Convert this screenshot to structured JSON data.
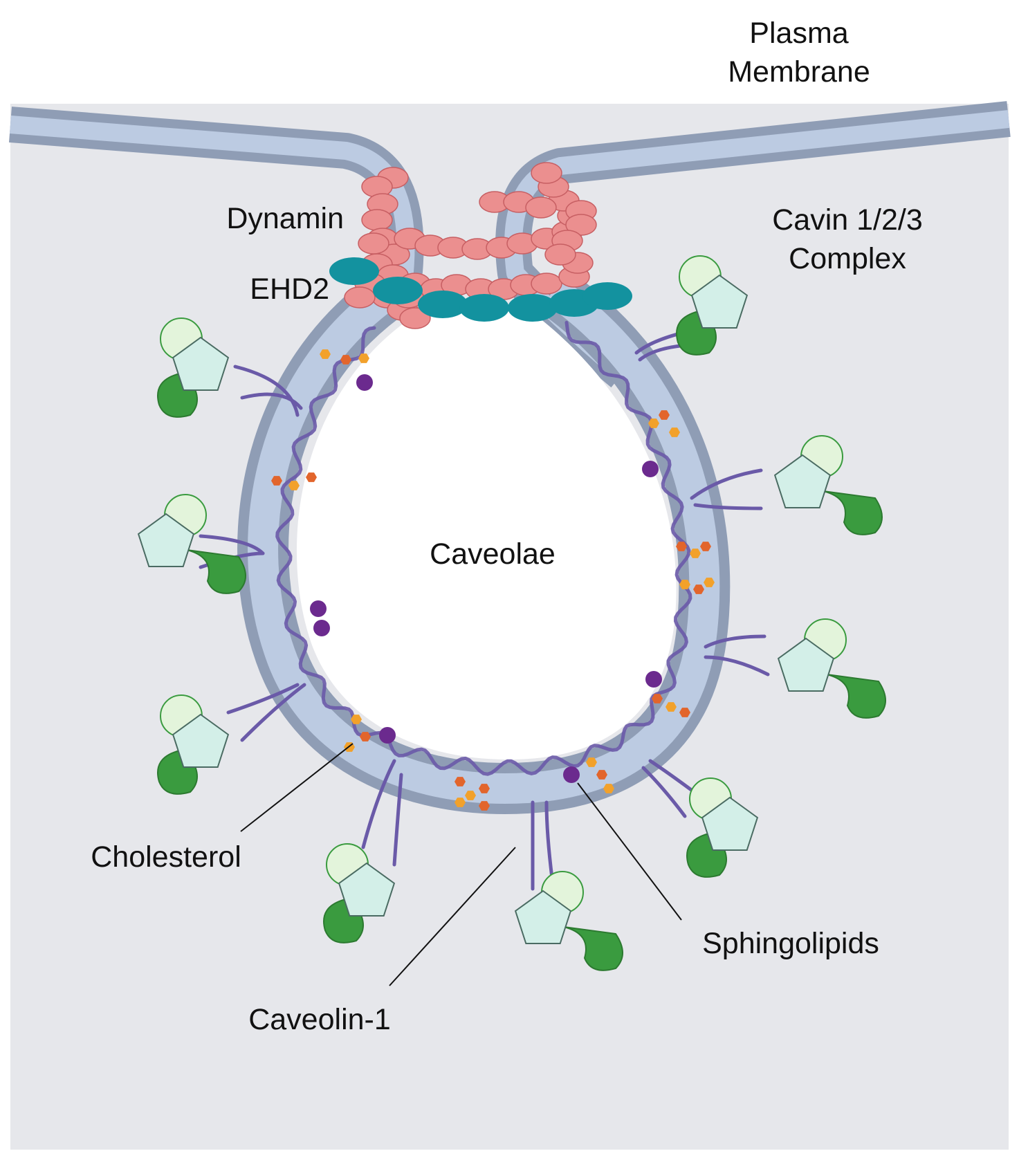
{
  "labels": {
    "plasma_membrane_line1": "Plasma",
    "plasma_membrane_line2": "Membrane",
    "dynamin": "Dynamin",
    "ehd2": "EHD2",
    "cavin_line1": "Cavin 1/2/3",
    "cavin_line2": "Complex",
    "caveolae": "Caveolae",
    "cholesterol": "Cholesterol",
    "sphingolipids": "Sphingolipids",
    "caveolin": "Caveolin-1"
  },
  "colors": {
    "cytoplasm": "#e6e7eb",
    "membrane_outer": "#8f9db5",
    "membrane_inner": "#bccbe2",
    "dynamin": "#eb8f8f",
    "dynamin_edge": "#c75f63",
    "ehd2": "#13929f",
    "caveolin": "#6a5aa8",
    "cavin_pentagon": "#d3efe8",
    "cavin_dark": "#3a9b3f",
    "cavin_light": "#e3f4db",
    "cholesterol_orange": "#f2a12b",
    "cholesterol_red": "#e2652c",
    "sphingolipid": "#6b2a8e"
  }
}
